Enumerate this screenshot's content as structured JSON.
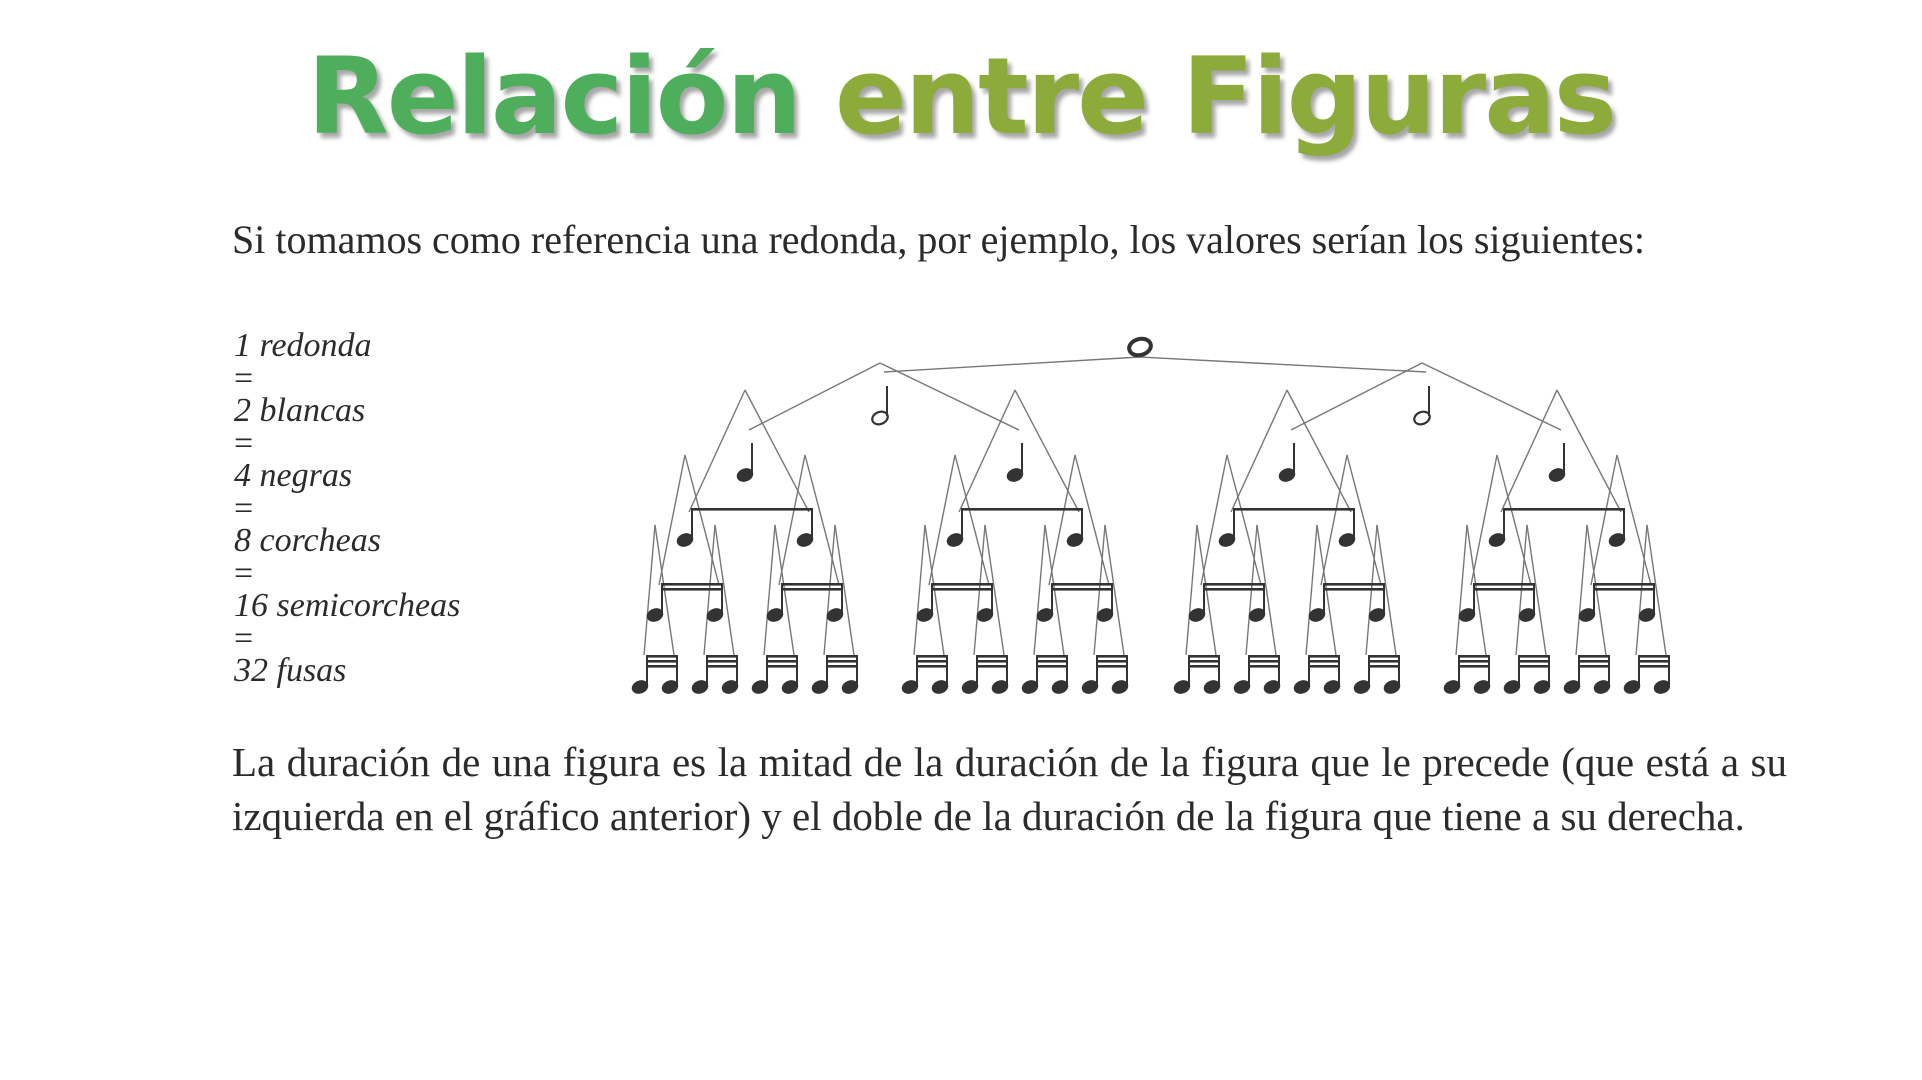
{
  "title": {
    "word1": "Relación",
    "word2": "entre Figuras",
    "color1": "#4fae5c",
    "color2": "#8cab3a"
  },
  "intro": "Si tomamos como referencia una redonda, por ejemplo, los valores serían los siguientes:",
  "values": [
    "1 redonda",
    "=",
    "2 blancas",
    "=",
    "4 negras",
    "=",
    "8 corcheas",
    "=",
    "16 semicorcheas",
    "=",
    "32 fusas"
  ],
  "diagram": {
    "levels": [
      {
        "figure": "redonda",
        "count": 1,
        "icon": "whole-note-icon"
      },
      {
        "figure": "blanca",
        "count": 2,
        "icon": "half-note-icon"
      },
      {
        "figure": "negra",
        "count": 4,
        "icon": "quarter-note-icon"
      },
      {
        "figure": "corchea",
        "count": 8,
        "icon": "eighth-note-icon"
      },
      {
        "figure": "semicorchea",
        "count": 16,
        "icon": "sixteenth-note-icon"
      },
      {
        "figure": "fusa",
        "count": 32,
        "icon": "thirty-second-note-icon"
      }
    ]
  },
  "summary": "La duración de una figura es la mitad de la duración de la figura que le precede (que está a su izquierda en el gráfico anterior) y el doble de la duración de la figura que tiene a su derecha."
}
